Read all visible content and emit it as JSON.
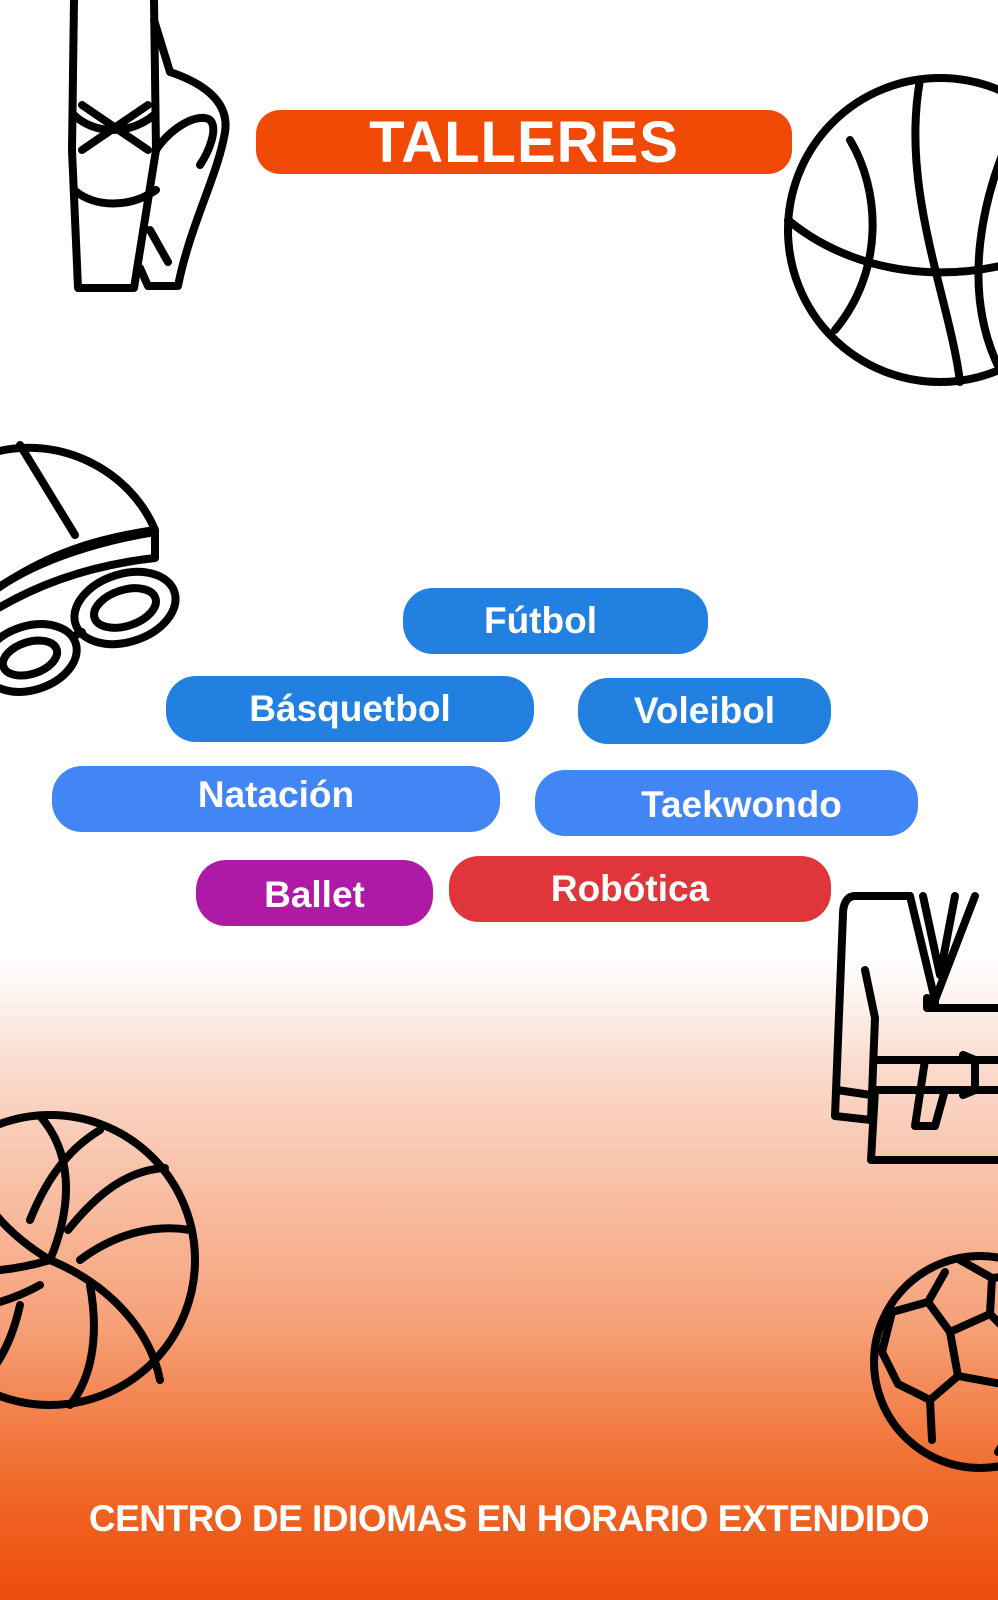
{
  "title": "TALLERES",
  "workshops": {
    "futbol": "Fútbol",
    "basquetbol": "Básquetbol",
    "voleibol": "Voleibol",
    "natacion": "Natación",
    "taekwondo": "Taekwondo",
    "ballet": "Ballet",
    "robotica": "Robótica"
  },
  "footer": "CENTRO DE IDIOMAS EN HORARIO EXTENDIDO",
  "colors": {
    "title_banner": "#f04a06",
    "pill_dark_blue": "#2180e0",
    "pill_light_blue": "#4285f4",
    "pill_purple": "#ae1aa6",
    "pill_red": "#e0353a",
    "gradient_bottom": "#ee4c0c"
  },
  "icons": [
    "ballet-shoes-icon",
    "basketball-icon",
    "swim-cap-goggles-icon",
    "taekwondo-uniform-icon",
    "volleyball-icon",
    "soccer-ball-icon"
  ]
}
